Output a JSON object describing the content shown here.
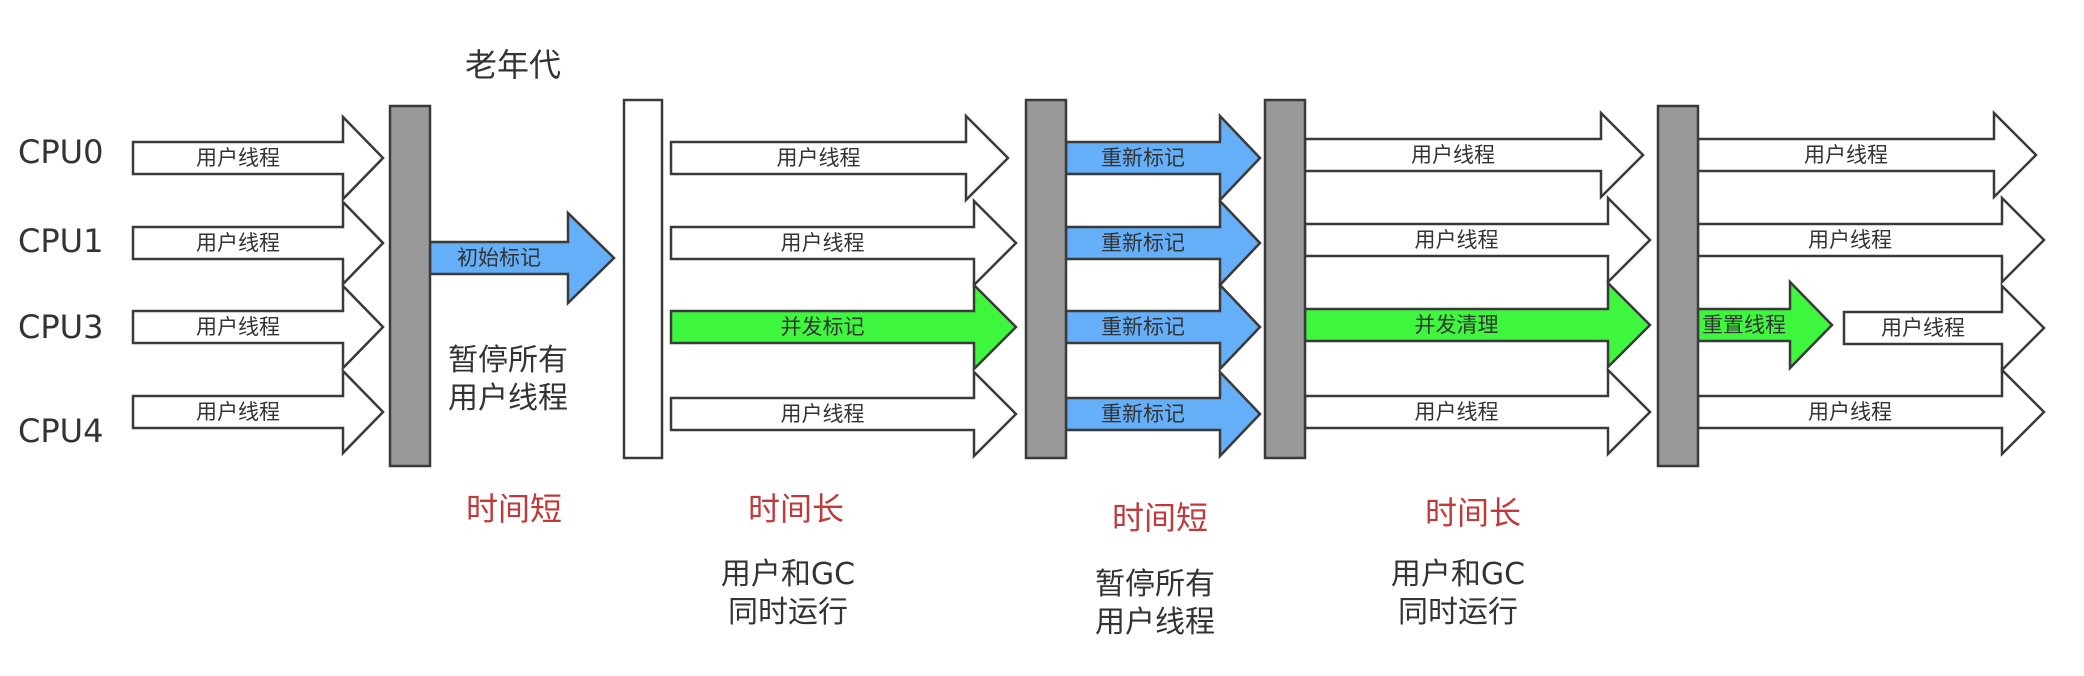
{
  "title": "老年代",
  "cpus": [
    "CPU0",
    "CPU1",
    "CPU3",
    "CPU4"
  ],
  "colors": {
    "pause_bar": "#999999",
    "mark_arrow": "#64aff7",
    "concurrent_arrow": "#3ef63e",
    "user_arrow": "#ffffff",
    "emphasis_text": "#c0393b"
  },
  "labels": {
    "user_thread": "用户线程",
    "initial_mark": "初始标记",
    "concurrent_mark": "并发标记",
    "remark": "重新标记",
    "concurrent_sweep": "并发清理",
    "reset_thread": "重置线程"
  },
  "phase_notes": {
    "pause_all_line1": "暂停所有",
    "pause_all_line2": "用户线程",
    "time_short": "时间短",
    "time_long": "时间长",
    "concurrent_line1": "用户和GC",
    "concurrent_line2": "同时运行"
  }
}
